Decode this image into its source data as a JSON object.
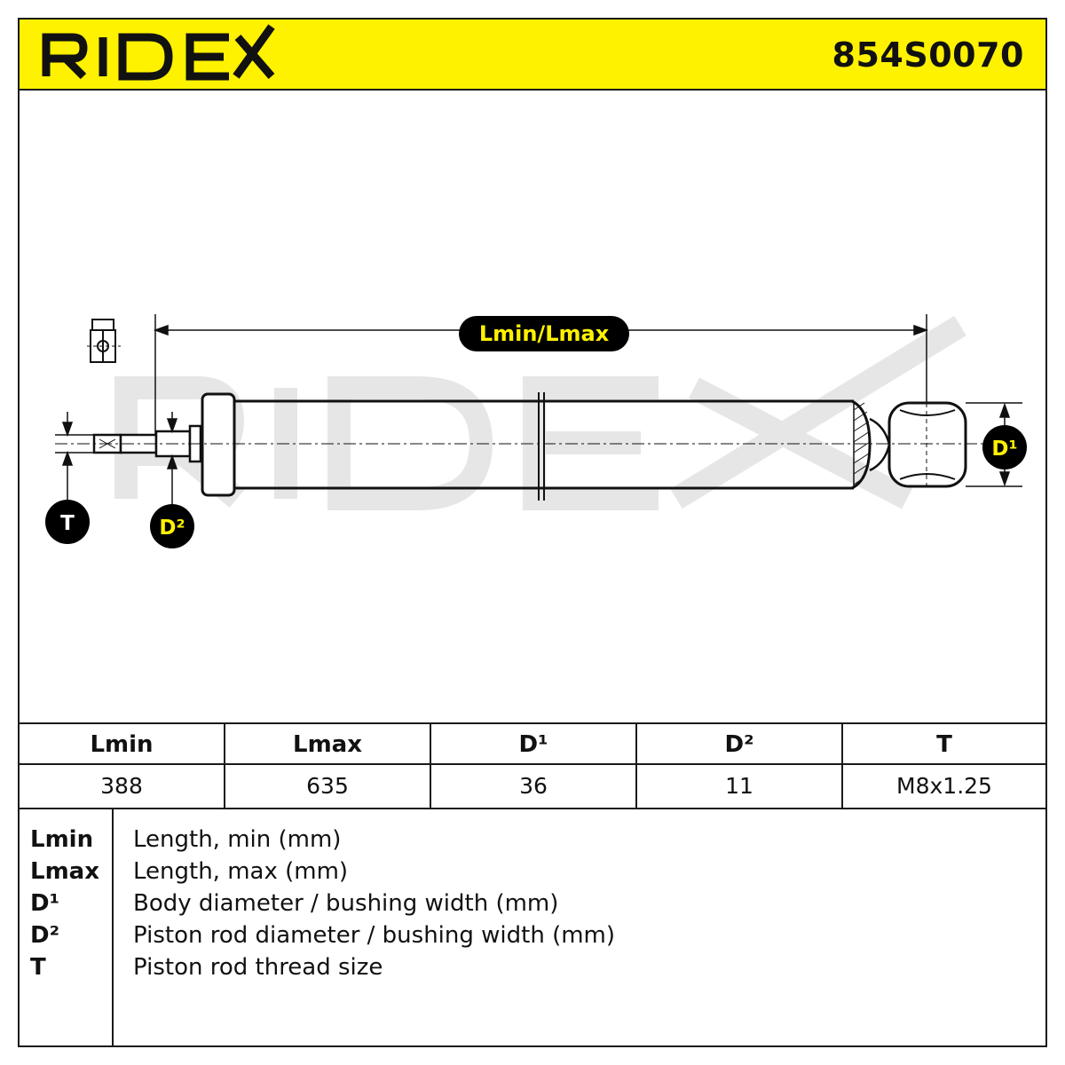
{
  "header": {
    "brand": "RIDEX",
    "part_number": "854S0070"
  },
  "drawing": {
    "watermark": "RIDEX",
    "length_label": "Lmin/Lmax",
    "d1_label": "D¹",
    "d2_label": "D²",
    "t_label": "T",
    "colors": {
      "label_bg": "#000000",
      "label_text": "#fff200",
      "t_text": "#ffffff",
      "watermark": "#e6e6e6"
    }
  },
  "specs": {
    "columns": [
      {
        "header": "Lmin",
        "value": "388"
      },
      {
        "header": "Lmax",
        "value": "635"
      },
      {
        "header": "D¹",
        "value": "36"
      },
      {
        "header": "D²",
        "value": "11"
      },
      {
        "header": "T",
        "value": "M8x1.25"
      }
    ]
  },
  "legend": [
    {
      "key": "Lmin",
      "desc": "Length, min (mm)"
    },
    {
      "key": "Lmax",
      "desc": "Length, max (mm)"
    },
    {
      "key": "D¹",
      "desc": "Body diameter / bushing width (mm)"
    },
    {
      "key": "D²",
      "desc": "Piston rod diameter / bushing width (mm)"
    },
    {
      "key": "T",
      "desc": "Piston rod thread size"
    }
  ]
}
